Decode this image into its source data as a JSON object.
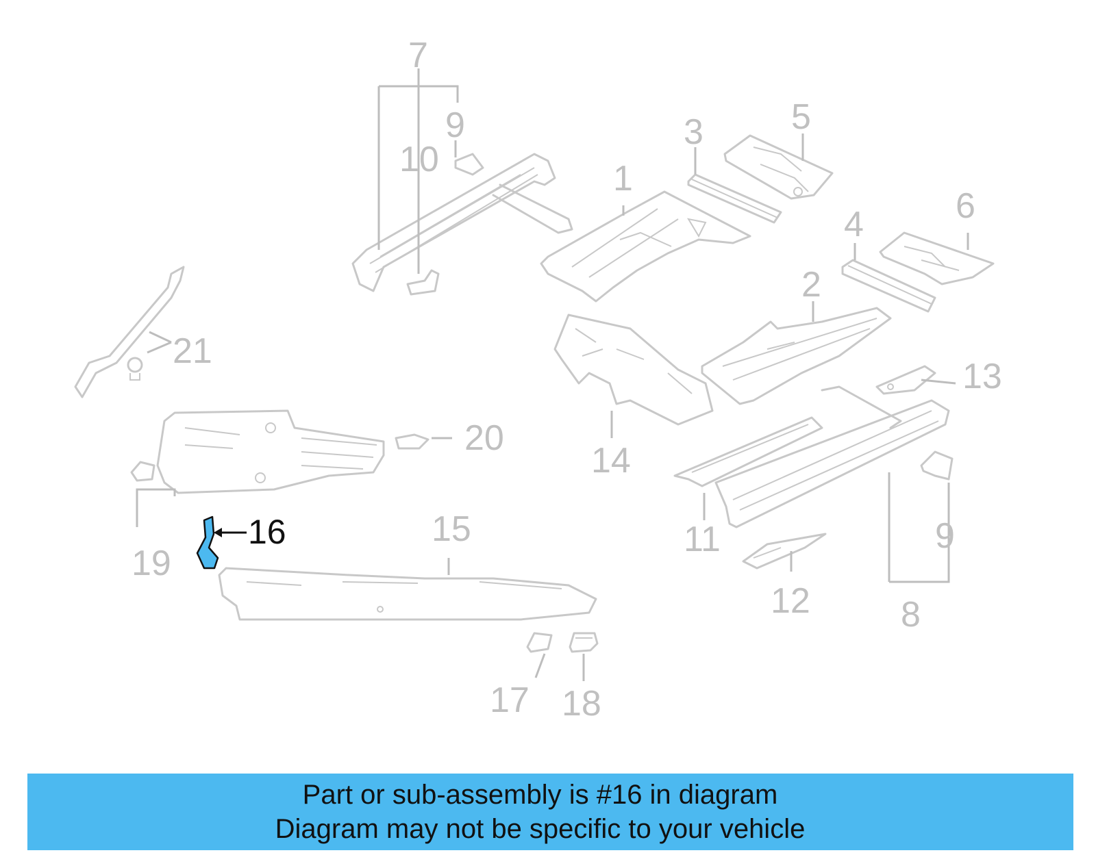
{
  "diagram": {
    "highlight_color": "#4cb9f0",
    "part_color": "#c8c8c8",
    "active_label_color": "#111111",
    "callouts": [
      "1",
      "2",
      "3",
      "4",
      "5",
      "6",
      "7",
      "8",
      "9",
      "9",
      "10",
      "11",
      "12",
      "13",
      "14",
      "15",
      "16",
      "17",
      "18",
      "19",
      "20",
      "21"
    ],
    "active_part": "16"
  },
  "banner": {
    "line1": "Part or sub-assembly is #16 in diagram",
    "line2": "Diagram may not be specific to your vehicle",
    "background": "#4cb9f0"
  }
}
